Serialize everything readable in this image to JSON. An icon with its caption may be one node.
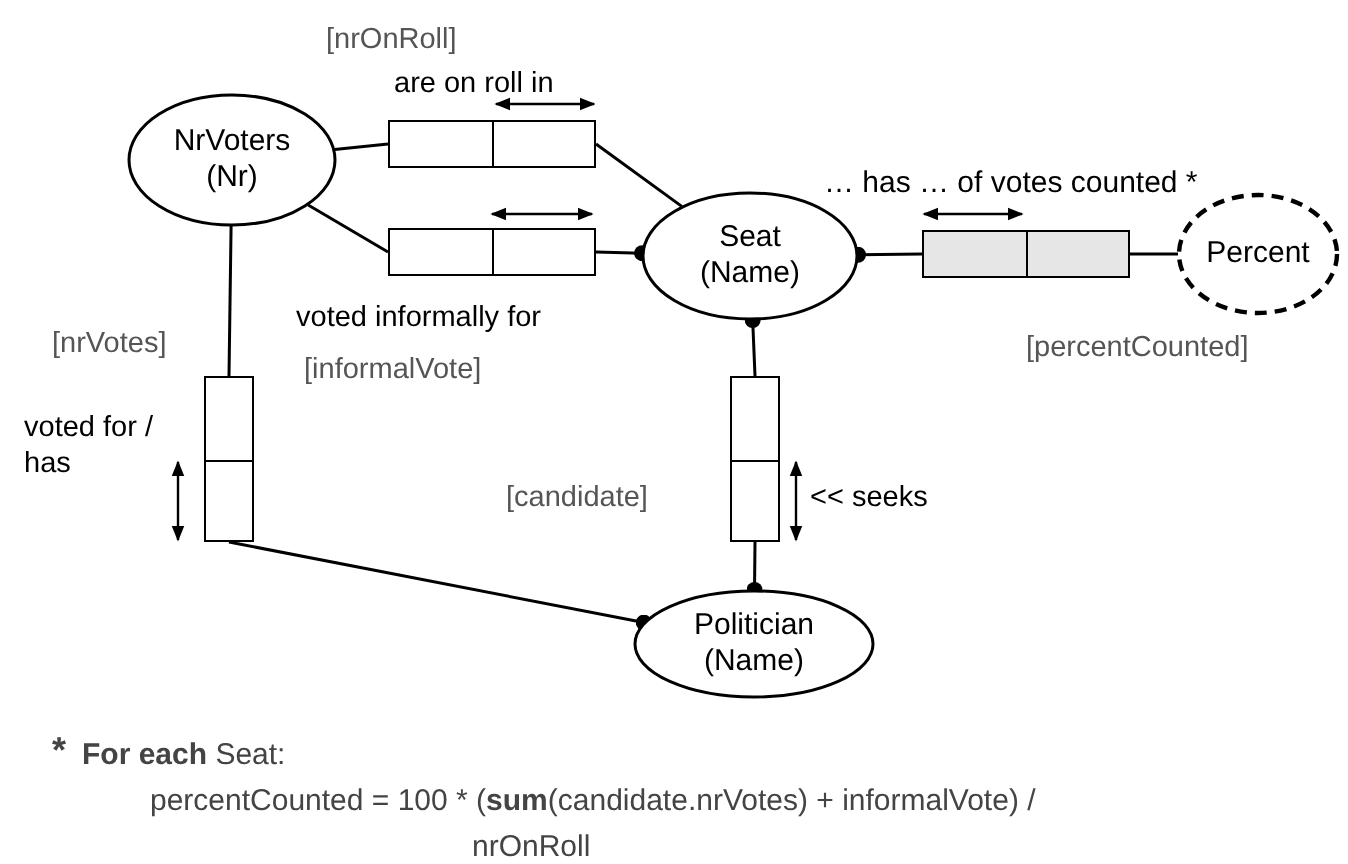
{
  "diagram": {
    "nodes": [
      {
        "text": [
          "NrVoters (Nr)"
        ]
      },
      {
        "text": [],
        "shape": "box",
        "beside": [
          "[nrOnRoll]",
          "are on roll in"
        ]
      },
      {
        "text": [],
        "shape": "box",
        "beside": [
          "voted informally for",
          "[informalVote]"
        ]
      },
      {
        "text": [
          "Seat (Name)"
        ]
      },
      {
        "text": [],
        "shape": "box"
      },
      {
        "text": [
          "Percent"
        ],
        "beside": [
          "[percentCounted]"
        ]
      },
      {
        "text": [],
        "shape": "box",
        "beside": [
          "[nrVotes]",
          "voted for / has"
        ]
      },
      {
        "text": [],
        "shape": "box",
        "beside": [
          "[candidate]",
          "<< seeks"
        ]
      },
      {
        "text": [
          "Politician (Name)"
        ]
      }
    ],
    "edges": [
      {
        "from": 0,
        "to": 1,
        "arrow": "none"
      },
      {
        "from": 1,
        "to": 3,
        "arrow": "none"
      },
      {
        "from": 0,
        "to": 2,
        "arrow": "none"
      },
      {
        "from": 2,
        "to": 3,
        "arrow": "other"
      },
      {
        "from": 4,
        "to": 3,
        "arrow": "other"
      },
      {
        "from": 4,
        "to": 5,
        "arrow": "none"
      },
      {
        "from": 0,
        "to": 6,
        "arrow": "none"
      },
      {
        "from": 6,
        "to": 8,
        "arrow": "other"
      },
      {
        "from": 7,
        "to": 3,
        "arrow": "other"
      },
      {
        "from": 7,
        "to": 8,
        "arrow": "other"
      }
    ],
    "labels": [
      "… has … of votes counted *",
      "*",
      "**For each** Seat:",
      "percentCounted = 100 * (**sum**(candidate.nrVotes) + informalVote) / nrOnRoll"
    ]
  }
}
